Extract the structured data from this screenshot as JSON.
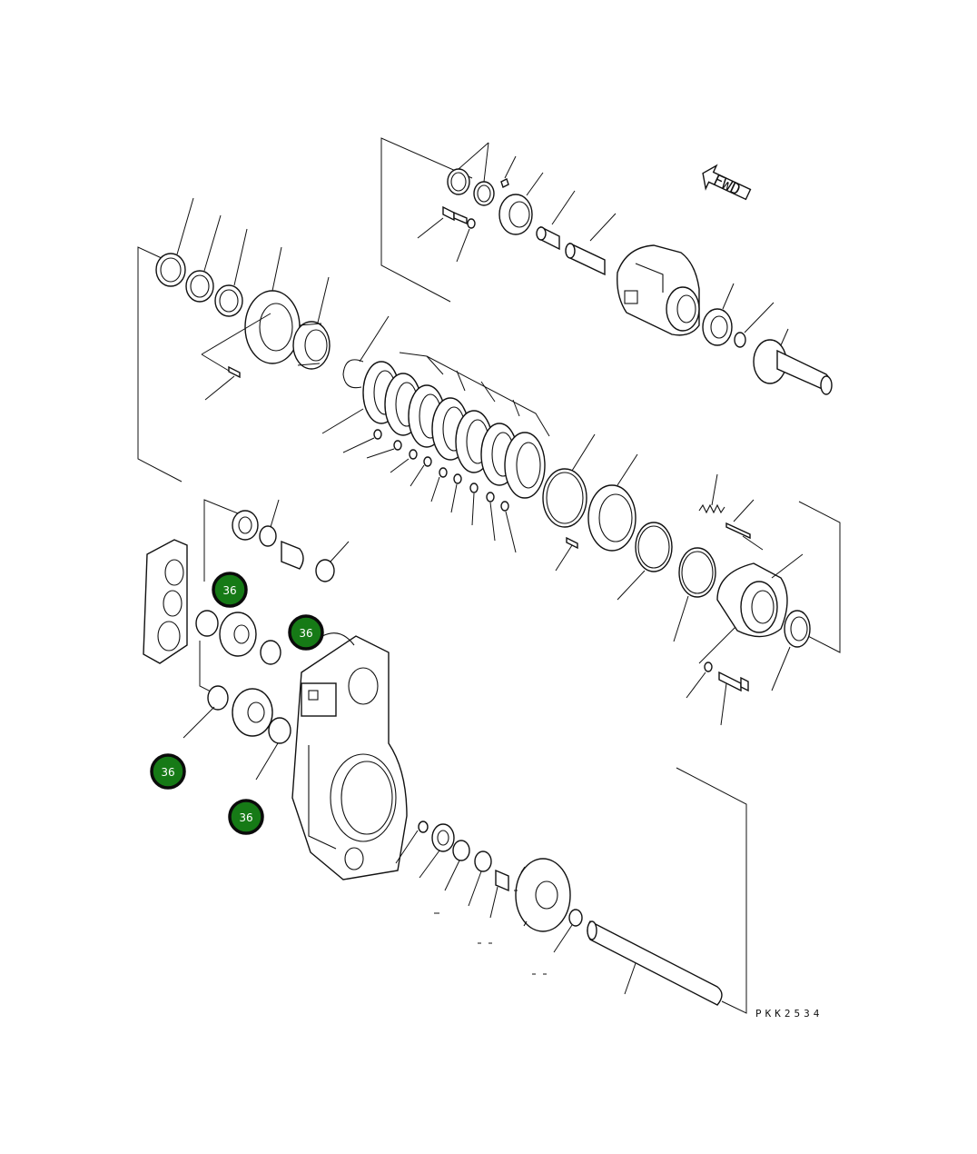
{
  "diagram": {
    "direction_label": "FWD",
    "drawing_code": "PKK2534",
    "callouts": [
      {
        "id": "callout-1",
        "label": "36"
      },
      {
        "id": "callout-2",
        "label": "36"
      },
      {
        "id": "callout-3",
        "label": "36"
      },
      {
        "id": "callout-4",
        "label": "36"
      }
    ]
  }
}
